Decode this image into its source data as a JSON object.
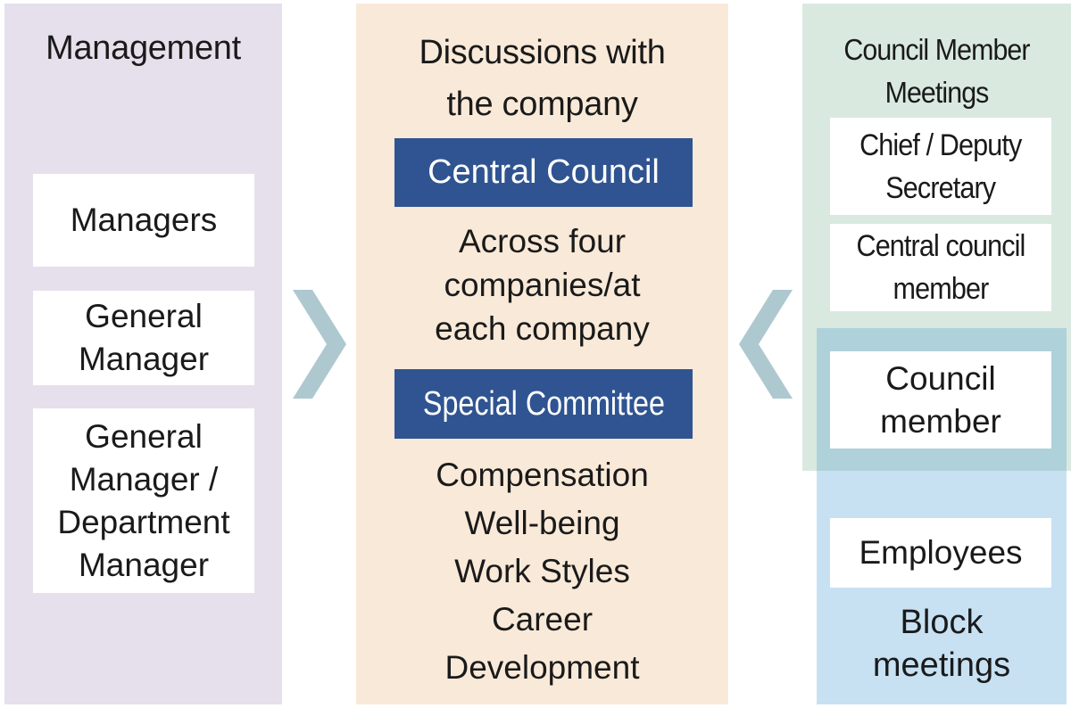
{
  "colors": {
    "management_panel": "#e6e0ec",
    "discussion_panel": "#f9e9d8",
    "council_meetings_panel": "#d9e9e0",
    "block_meetings_panel": "#c7e1f3",
    "council_member_frame": "#afd1da",
    "committee_box": "#2f5491",
    "arrow": "#aec8d0"
  },
  "management": {
    "title": "Management",
    "boxes": [
      {
        "lines": [
          "Managers"
        ]
      },
      {
        "lines": [
          "General",
          "Manager"
        ]
      },
      {
        "lines": [
          "General",
          "Manager /",
          "Department",
          "Manager"
        ]
      }
    ]
  },
  "discussions": {
    "title_lines": [
      "Discussions with",
      "the company"
    ],
    "central_council": {
      "label": "Central Council",
      "description_lines": [
        "Across four",
        "companies/at",
        "each company"
      ]
    },
    "special_committee": {
      "label": "Special Committee",
      "topics": [
        "Compensation",
        "Well-being",
        "Work Styles",
        "Career",
        "Development"
      ]
    }
  },
  "council_member_meetings": {
    "title_lines": [
      "Council Member",
      "Meetings"
    ],
    "boxes": [
      {
        "lines": [
          "Chief / Deputy",
          "Secretary"
        ]
      },
      {
        "lines": [
          "Central council",
          "member"
        ]
      },
      {
        "lines": [
          "Council",
          "member"
        ]
      }
    ]
  },
  "block_meetings": {
    "employees_label": "Employees",
    "title_lines": [
      "Block",
      "meetings"
    ]
  },
  "arrows": [
    {
      "name": "arrow-right",
      "direction": "right",
      "icon": "chevron-right-icon"
    },
    {
      "name": "arrow-left",
      "direction": "left",
      "icon": "chevron-left-icon"
    }
  ]
}
